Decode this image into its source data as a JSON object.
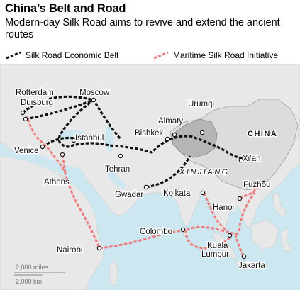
{
  "title": "China’s Belt and Road",
  "subtitle": "Modern-day Silk Road aims to revive and extend the ancient routes",
  "legend": {
    "land": "Silk Road Economic Belt",
    "maritime": "Maritime Silk Road Initiative"
  },
  "colors": {
    "land_route": "#111111",
    "maritime_route": "#ef7f7f",
    "sea": "#cce7f0",
    "land": "#e8e8e8",
    "xinjiang": "#b5b5b5"
  },
  "cities": {
    "rotterdam": "Rotterdam",
    "duisburg": "Duisburg",
    "moscow": "Moscow",
    "venice": "Venice",
    "istanbul": "Istanbul",
    "athens": "Athens",
    "tehran": "Tehran",
    "urumqi": "Urumqi",
    "almaty": "Almaty",
    "bishkek": "Bishkek",
    "xian": "Xi’an",
    "fuzhou": "Fuzhou",
    "gwadar": "Gwadar",
    "kolkata": "Kolkata",
    "hanoi": "Hanoi",
    "colombo": "Colombo",
    "kuala_lumpur_1": "Kuala",
    "kuala_lumpur_2": "Lumpur",
    "jakarta": "Jakarta",
    "nairobi": "Nairobi"
  },
  "regions": {
    "china": "CHINA",
    "xinjiang": "XINJIANG"
  },
  "scale": {
    "miles": "2,000 miles",
    "km": "2,000 km"
  }
}
